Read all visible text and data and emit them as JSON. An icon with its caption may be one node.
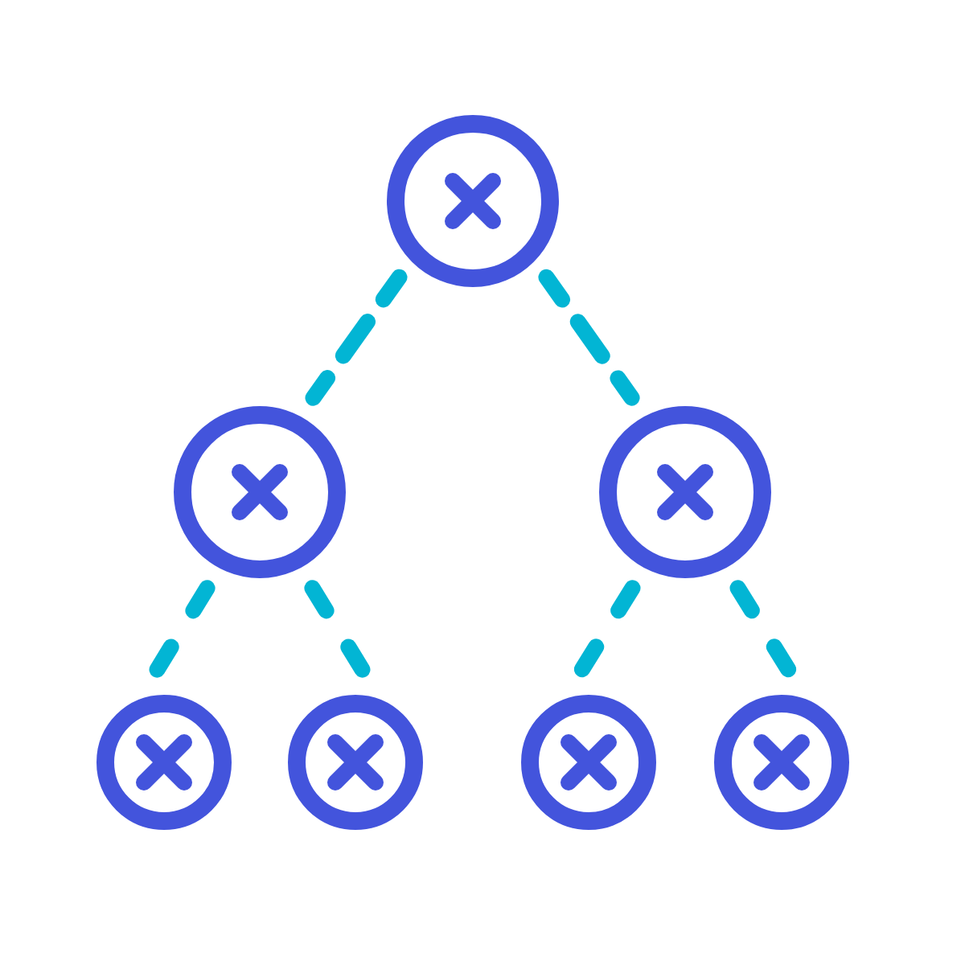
{
  "diagram": {
    "nodes": [
      {
        "text": [],
        "shape": "circle"
      },
      {
        "text": [],
        "shape": "circle"
      },
      {
        "text": [],
        "shape": "circle"
      },
      {
        "text": [],
        "shape": "circle"
      },
      {
        "text": [],
        "shape": "circle"
      },
      {
        "text": [],
        "shape": "circle"
      },
      {
        "text": [],
        "shape": "circle"
      }
    ],
    "edges": [
      {
        "from": 0,
        "to": 1,
        "arrow": "none",
        "style": "dashed"
      },
      {
        "from": 0,
        "to": 2,
        "arrow": "none",
        "style": "dashed"
      },
      {
        "from": 1,
        "to": 3,
        "arrow": "none",
        "style": "dashed"
      },
      {
        "from": 1,
        "to": 4,
        "arrow": "none",
        "style": "dashed"
      },
      {
        "from": 2,
        "to": 5,
        "arrow": "none",
        "style": "dashed"
      },
      {
        "from": 2,
        "to": 6,
        "arrow": "none",
        "style": "dashed"
      }
    ]
  }
}
